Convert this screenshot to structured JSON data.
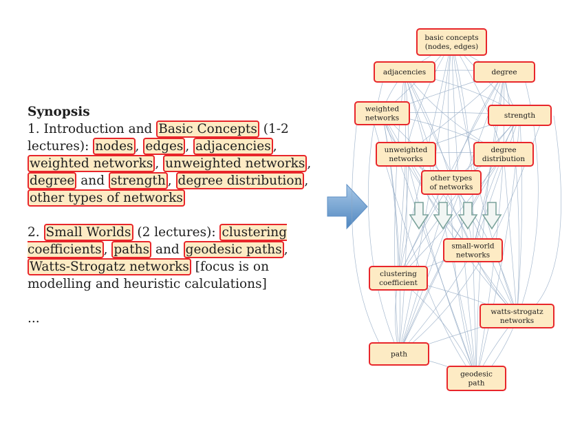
{
  "synopsis": {
    "heading": "Synopsis",
    "section1": {
      "prefix": "1. Introduction and ",
      "basic_concepts": "Basic Concepts",
      "lectures": " (1-2 lectures): ",
      "nodes": "nodes",
      "edges": "edges",
      "adjacencies": "adjacencies",
      "weighted_networks": "weighted networks",
      "unweighted_networks": "unweighted networks",
      "degree": "degree",
      "and": " and ",
      "strength": "strength",
      "degree_distribution": "degree distribution",
      "other_types": "other types of networks"
    },
    "section2": {
      "prefix": "2. ",
      "small_worlds": "Small Worlds",
      "lectures": " (2 lectures): ",
      "clustering_coefficients": "clustering coefficients",
      "paths": "paths",
      "and": " and ",
      "geodesic_paths": "geodesic paths",
      "watts_strogatz": "Watts-Strogatz networks",
      "suffix": " [focus is on modelling and heuristic calculations]"
    },
    "ellipsis": "..."
  },
  "diagram": {
    "nodes": [
      {
        "id": "basic-concepts",
        "lines": [
          "basic concepts",
          "(nodes, edges)"
        ]
      },
      {
        "id": "adjacencies",
        "lines": [
          "adjacencies"
        ]
      },
      {
        "id": "degree",
        "lines": [
          "degree"
        ]
      },
      {
        "id": "weighted-networks",
        "lines": [
          "weighted",
          "networks"
        ]
      },
      {
        "id": "strength",
        "lines": [
          "strength"
        ]
      },
      {
        "id": "unweighted-networks",
        "lines": [
          "unweighted",
          "networks"
        ]
      },
      {
        "id": "degree-distribution",
        "lines": [
          "degree",
          "distribution"
        ]
      },
      {
        "id": "other-types",
        "lines": [
          "other types",
          "of networks"
        ]
      },
      {
        "id": "small-world-networks",
        "lines": [
          "small-world",
          "networks"
        ]
      },
      {
        "id": "clustering-coefficient",
        "lines": [
          "clustering",
          "coefficient"
        ]
      },
      {
        "id": "watts-strogatz-networks",
        "lines": [
          "watts-strogatz",
          "networks"
        ]
      },
      {
        "id": "path",
        "lines": [
          "path"
        ]
      },
      {
        "id": "geodesic-path",
        "lines": [
          "geodesic",
          "path"
        ]
      }
    ],
    "down_arrow_count": 4
  },
  "colors": {
    "highlight_fill": "#fdebc4",
    "highlight_border": "#e8252a",
    "edge": "#8fa6c2",
    "arrow_blue": "#6f9fcf"
  }
}
